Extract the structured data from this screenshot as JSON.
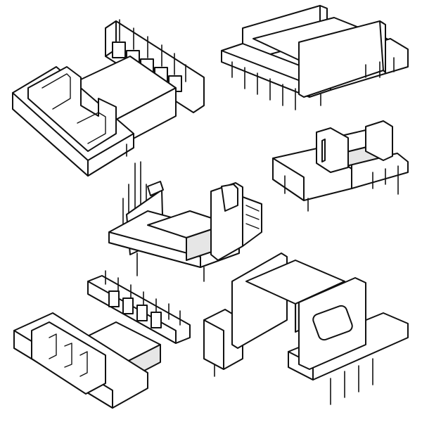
{
  "figure": {
    "background": "#ffffff",
    "line_color": "#111111",
    "items": [
      {
        "name": "bobbin-top-left",
        "pins": 6
      },
      {
        "name": "bobbin-top-right",
        "pins": 7
      },
      {
        "name": "bobbin-middle-right",
        "pins": 5
      },
      {
        "name": "bobbin-center",
        "pins": 6
      },
      {
        "name": "bobbin-bottom-left",
        "pins": 7
      },
      {
        "name": "bobbin-bottom-right",
        "pins": 5
      }
    ]
  }
}
